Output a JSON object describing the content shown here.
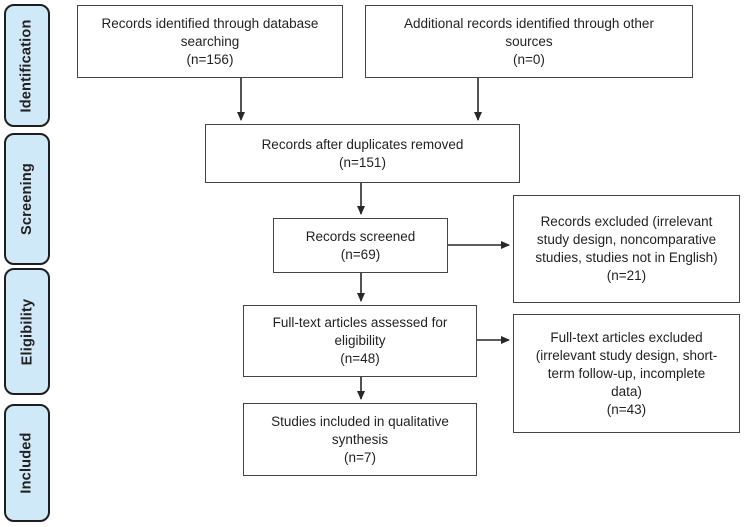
{
  "figure": {
    "title": "PRISMA study selection flow diagram",
    "background": "#ffffff",
    "text_color": "#231f20",
    "stage_fill": "#cfe9f8",
    "stage_border": "#201d1e",
    "box_border": "#474344",
    "arrow_color": "#2b2727"
  },
  "stages": [
    {
      "id": "identification",
      "label": "Identification"
    },
    {
      "id": "screening",
      "label": "Screening"
    },
    {
      "id": "eligibility",
      "label": "Eligibility"
    },
    {
      "id": "included",
      "label": "Included"
    }
  ],
  "nodes": {
    "database_records": {
      "n": 156,
      "text": "Records identified through database\nsearching\n(n=156)"
    },
    "other_records": {
      "n": 0,
      "text": "Additional records identified through other\nsources\n(n=0)"
    },
    "after_duplicates": {
      "n": 151,
      "text": "Records after duplicates removed\n(n=151)"
    },
    "screened": {
      "n": 69,
      "text": "Records screened\n(n=69)"
    },
    "records_excluded": {
      "n": 21,
      "text": "Records excluded (irrelevant\nstudy design, noncomparative\nstudies, studies not in English)\n(n=21)"
    },
    "fulltext_assessed": {
      "n": 48,
      "text": "Full-text articles assessed for\neligibility\n(n=48)"
    },
    "fulltext_excluded": {
      "n": 43,
      "text": "Full-text articles excluded\n(irrelevant study design, short-\nterm follow-up, incomplete\ndata)\n(n=43)"
    },
    "qualitative_synthesis": {
      "n": 7,
      "text": "Studies included in qualitative\nsynthesis\n(n=7)"
    }
  }
}
